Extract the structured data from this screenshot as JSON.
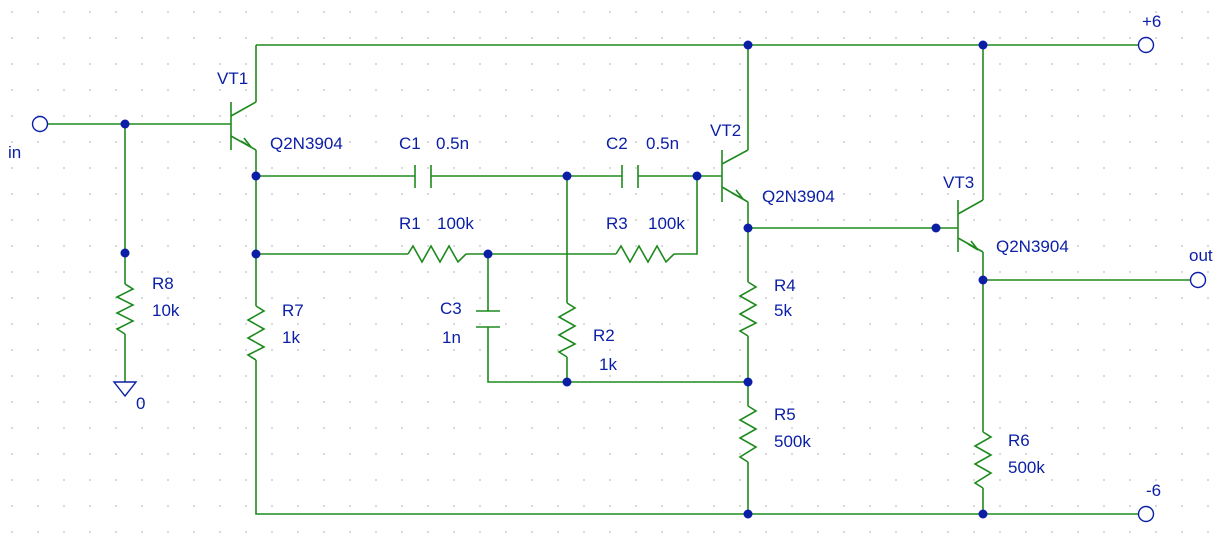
{
  "ports": {
    "input": "in",
    "output": "out",
    "vpos": "+6",
    "vneg": "-6",
    "ground": "0"
  },
  "transistors": [
    {
      "ref": "VT1",
      "model": "Q2N3904"
    },
    {
      "ref": "VT2",
      "model": "Q2N3904"
    },
    {
      "ref": "VT3",
      "model": "Q2N3904"
    }
  ],
  "capacitors": [
    {
      "ref": "C1",
      "value": "0.5n"
    },
    {
      "ref": "C2",
      "value": "0.5n"
    },
    {
      "ref": "C3",
      "value": "1n"
    }
  ],
  "resistors": [
    {
      "ref": "R1",
      "value": "100k"
    },
    {
      "ref": "R2",
      "value": "1k"
    },
    {
      "ref": "R3",
      "value": "100k"
    },
    {
      "ref": "R4",
      "value": "5k"
    },
    {
      "ref": "R5",
      "value": "500k"
    },
    {
      "ref": "R6",
      "value": "500k"
    },
    {
      "ref": "R7",
      "value": "1k"
    },
    {
      "ref": "R8",
      "value": "10k"
    }
  ]
}
